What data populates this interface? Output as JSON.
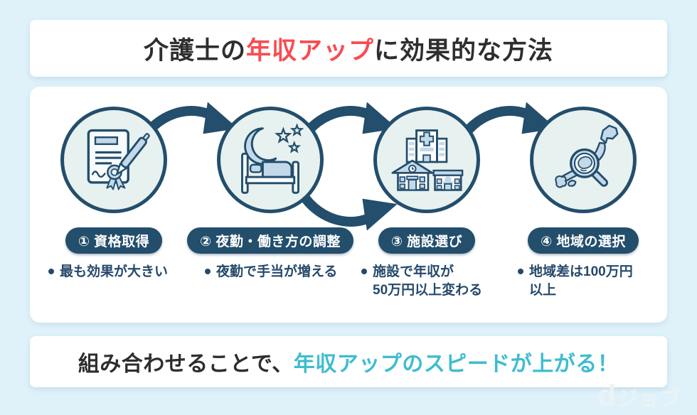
{
  "header": {
    "title_prefix": "介護士の",
    "title_highlight": "年収アップ",
    "title_suffix": "に効果的な方法"
  },
  "steps": [
    {
      "icon": "certificate-pen-icon",
      "label": "① 資格取得",
      "bullet_lines": [
        "最も効果が大きい"
      ]
    },
    {
      "icon": "moon-bed-icon",
      "label": "② 夜勤・働き方の調整",
      "bullet_lines": [
        "夜勤で手当が増える"
      ]
    },
    {
      "icon": "facility-buildings-icon",
      "label": "③ 施設選び",
      "bullet_lines": [
        "施設で年収が",
        "50万円以上変わる"
      ]
    },
    {
      "icon": "japan-map-magnifier-icon",
      "label": "④ 地域の選択",
      "bullet_lines": [
        "地域差は100万円",
        "以上"
      ]
    }
  ],
  "footer": {
    "text_prefix": "組み合わせることで、",
    "text_highlight": "年収アップのスピードが上がる！"
  },
  "logo": {
    "d": "d",
    "rest": "ジョブ"
  },
  "colors": {
    "background": "#dff2fa",
    "navy": "#234e6c",
    "red": "#f94b50",
    "cyan": "#3ebdcf",
    "circle_fill": "#e7f1f0",
    "icon_fill": "#c3d9ea"
  }
}
